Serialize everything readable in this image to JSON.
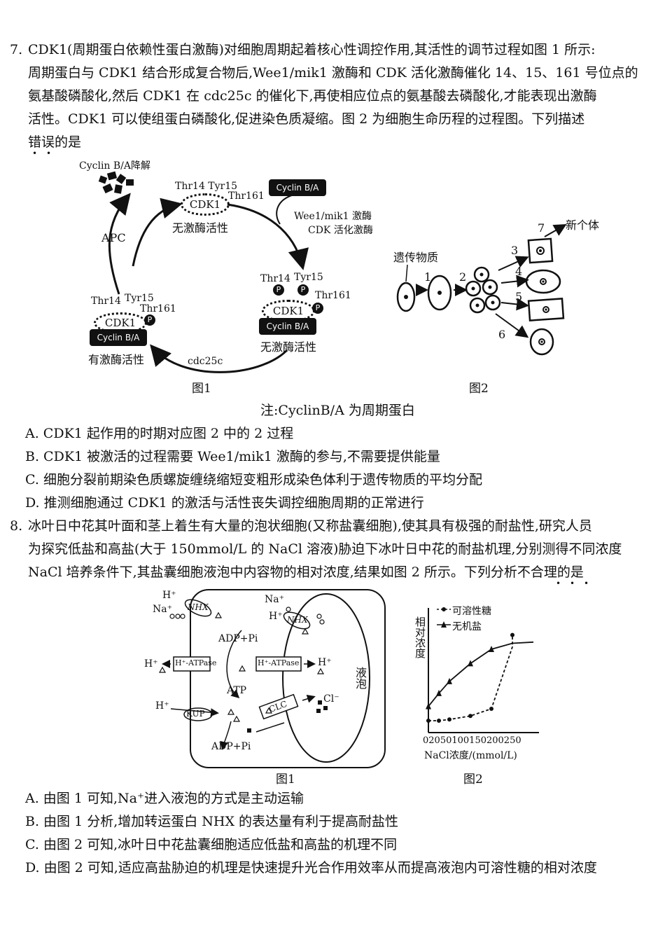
{
  "q7": {
    "number": "7.",
    "lines": [
      "CDK1(周期蛋白依赖性蛋白激酶)对细胞周期起着核心性调控作用,其活性的调节过程如图 1 所示:",
      "周期蛋白与 CDK1 结合形成复合物后,Wee1/mik1 激酶和 CDK 活化激酶催化 14、15、161 号位点的",
      "氨基酸磷酸化,然后 CDK1 在 cdc25c 的催化下,再使相应位点的氨基酸去磷酸化,才能表现出激酶",
      "活性。CDK1 可以使组蛋白磷酸化,促进染色质凝缩。图 2 为细胞生命历程的过程图。下列描述",
      "错误的是"
    ],
    "fig1": {
      "degrade": "Cyclin B/A降解",
      "apc": "APC",
      "thr14_tyr15": "Thr14 Tyr15",
      "thr161": "Thr161",
      "cdk1": "CDK1",
      "cyclin": "Cyclin B/A",
      "no_activity": "无激酶活性",
      "has_activity": "有激酶活性",
      "wee": "Wee1/mik1 激酶",
      "cdk_act": "CDK 活化激酶",
      "thr14": "Thr14",
      "tyr15": "Tyr15",
      "p": "P",
      "cdc25c": "cdc25c",
      "caption": "图1"
    },
    "fig2": {
      "genetic": "遗传物质",
      "new_individual": "新个体",
      "n1": "1",
      "n2": "2",
      "n3": "3",
      "n4": "4",
      "n5": "5",
      "n6": "6",
      "n7": "7",
      "caption": "图2"
    },
    "note": "注:CyclinB/A 为周期蛋白",
    "options": [
      "A. CDK1 起作用的时期对应图 2 中的 2 过程",
      "B. CDK1 被激活的过程需要 Wee1/mik1 激酶的参与,不需要提供能量",
      "C. 细胞分裂前期染色质螺旋缠绕缩短变粗形成染色体利于遗传物质的平均分配",
      "D. 推测细胞通过 CDK1 的激活与活性丧失调控细胞周期的正常进行"
    ]
  },
  "q8": {
    "number": "8.",
    "lines": [
      "冰叶日中花其叶面和茎上着生有大量的泡状细胞(又称盐囊细胞),使其具有极强的耐盐性,研究人员",
      "为探究低盐和高盐(大于 150mmol/L 的 NaCl 溶液)胁迫下冰叶日中花的耐盐机理,分别测得不同浓度",
      "NaCl 培养条件下,其盐囊细胞液泡中内容物的相对浓度,结果如图 2 所示。下列分析不合理的是"
    ],
    "fig1": {
      "h": "H⁺",
      "na": "Na⁺",
      "nhx": "NHX",
      "adp_pi": "ADP+Pi",
      "atp": "ATP",
      "h_atpase": "H⁺-ATPase",
      "kup": "KUP",
      "clc": "CLC",
      "cl": "Cl⁻",
      "vacuole": "液泡",
      "caption": "图1"
    },
    "chart_data": {
      "type": "line",
      "x": [
        0,
        50,
        100,
        150,
        200,
        250
      ],
      "xtick_labels": "02050100150200250",
      "xlabel": "NaCl浓度/(mmol/L)",
      "ylabel": "相对浓度",
      "series": [
        {
          "name": "可溶性糖",
          "style": "dashed",
          "x": [
            0,
            25,
            50,
            100,
            150,
            200,
            200
          ],
          "y": [
            0.1,
            0.1,
            0.11,
            0.14,
            0.2,
            0.72,
            0.82
          ]
        },
        {
          "name": "无机盐",
          "style": "solid",
          "x": [
            0,
            25,
            50,
            100,
            150,
            200,
            250
          ],
          "y": [
            0.22,
            0.33,
            0.43,
            0.58,
            0.7,
            0.75,
            0.76
          ]
        }
      ],
      "caption": "图2"
    },
    "options": [
      "A. 由图 1 可知,Na⁺进入液泡的方式是主动运输",
      "B. 由图 1 分析,增加转运蛋白 NHX 的表达量有利于提高耐盐性",
      "C. 由图 2 可知,冰叶日中花盐囊细胞适应低盐和高盐的机理不同",
      "D. 由图 2 可知,适应高盐胁迫的机理是快速提升光合作用效率从而提高液泡内可溶性糖的相对浓度"
    ]
  }
}
